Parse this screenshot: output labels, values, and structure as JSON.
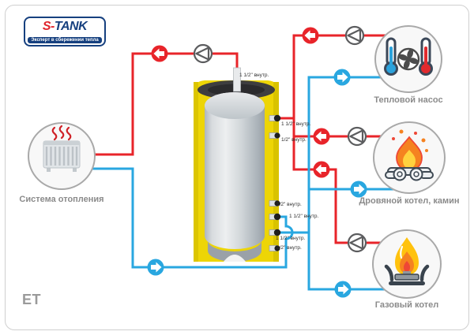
{
  "header": {
    "logo": {
      "prefix": "S-",
      "suffix": "TANK",
      "tagline": "Эксперт в сбережении тепла"
    }
  },
  "diagram": {
    "nodes": {
      "heating_system": "Система отопления",
      "heat_pump": "Тепловой насос",
      "wood_boiler": "Дровяной котел, камин",
      "gas_boiler": "Газовый котел"
    },
    "tank": {
      "ports": {
        "top": "1 1/2\" внутр.",
        "side1": "1 1/2\" внутр.",
        "side2": "1/2\" внутр.",
        "side3": "1/2\" внутр.",
        "side4": "1 1/2\" внутр.",
        "side5": "1 1/2\" внутр.",
        "side6": "1/2\" внутр."
      }
    },
    "colors": {
      "supply_hot": "#E8242A",
      "return_cold": "#29A7E0",
      "insulation_yellow": "#EDD506",
      "brand_navy": "#16407F",
      "brand_red": "#E0242B"
    }
  },
  "footer": {
    "model": "ET"
  }
}
